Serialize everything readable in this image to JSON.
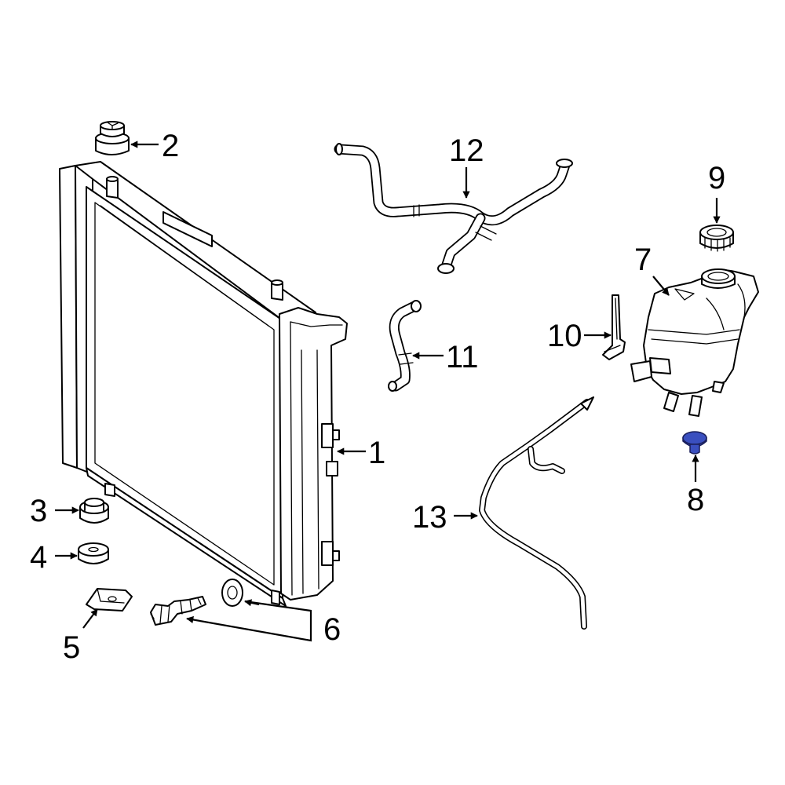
{
  "diagram": {
    "callouts": [
      {
        "id": "1",
        "part": "radiator"
      },
      {
        "id": "2",
        "part": "radiator-top-mount"
      },
      {
        "id": "3",
        "part": "radiator-lower-mount"
      },
      {
        "id": "4",
        "part": "radiator-insulator"
      },
      {
        "id": "5",
        "part": "mounting-bracket"
      },
      {
        "id": "6",
        "part": "drain-plug-and-grommet"
      },
      {
        "id": "7",
        "part": "coolant-reservoir"
      },
      {
        "id": "8",
        "part": "reservoir-plug"
      },
      {
        "id": "9",
        "part": "reservoir-cap"
      },
      {
        "id": "10",
        "part": "hose-bracket"
      },
      {
        "id": "11",
        "part": "bypass-hose"
      },
      {
        "id": "12",
        "part": "upper-radiator-hose"
      },
      {
        "id": "13",
        "part": "overflow-hose"
      }
    ],
    "highlight_color": "#3a4fbf",
    "line_color": "#000000"
  }
}
